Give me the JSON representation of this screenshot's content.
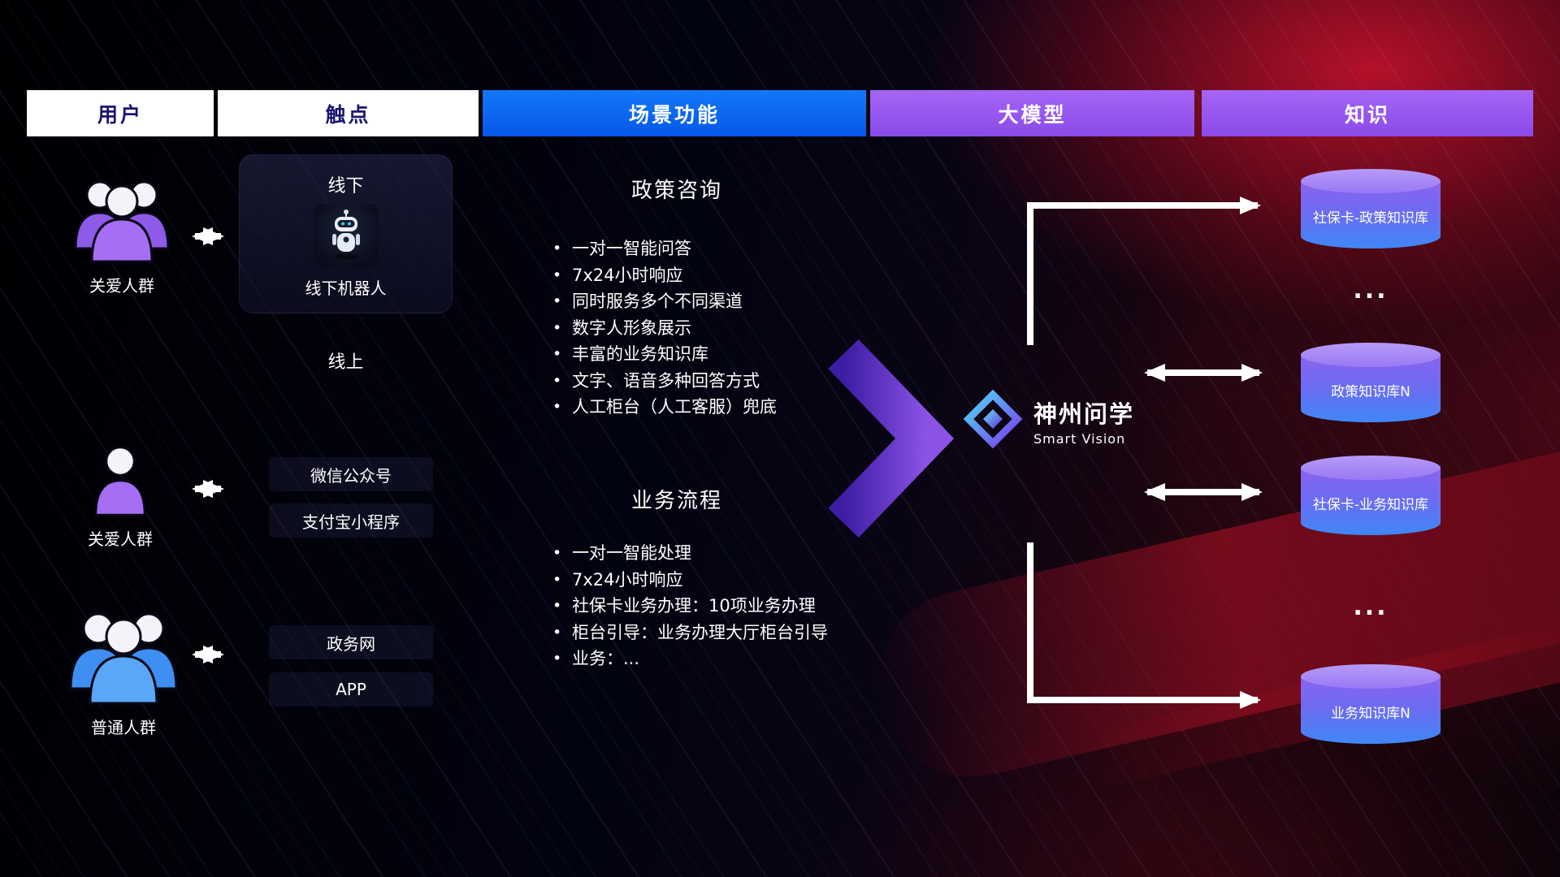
{
  "header": {
    "columns": [
      {
        "label": "用户"
      },
      {
        "label": "触点"
      },
      {
        "label": "场景功能"
      },
      {
        "label": "大模型"
      },
      {
        "label": "知识"
      }
    ]
  },
  "users": [
    {
      "label": "关爱人群"
    },
    {
      "label": "关爱人群"
    },
    {
      "label": "普通人群"
    }
  ],
  "touchpoints": {
    "offline_title": "线下",
    "offline_item": "线下机器人",
    "online_title": "线上",
    "channels": [
      "微信公众号",
      "支付宝小程序",
      "政务网",
      "APP"
    ]
  },
  "scenarios": [
    {
      "title": "政策咨询",
      "bullets": [
        "一对一智能问答",
        "7x24小时响应",
        "同时服务多个不同渠道",
        "数字人形象展示",
        "丰富的业务知识库",
        "文字、语音多种回答方式",
        "人工柜台（人工客服）兜底"
      ]
    },
    {
      "title": "业务流程",
      "bullets": [
        "一对一智能处理",
        "7x24小时响应",
        "社保卡业务办理：10项业务办理",
        "柜台引导：业务办理大厅柜台引导",
        "业务：..."
      ]
    }
  ],
  "model": {
    "name": "神州问学",
    "subtitle": "Smart Vision"
  },
  "knowledge": {
    "cylinders": [
      {
        "label": "社保卡-政策知识库"
      },
      {
        "label": "政策知识库N"
      },
      {
        "label": "社保卡-业务知识库"
      },
      {
        "label": "业务知识库N"
      }
    ],
    "ellipsis": "..."
  },
  "icons": {
    "user_group": "user-group-icon",
    "user_single": "user-icon",
    "robot": "robot-icon",
    "logo": "diamond-logo-icon",
    "database": "database-cylinder"
  },
  "colors": {
    "header_text_navy": "#1a1670",
    "blue": "#0a6cf0",
    "purple": "#9b5df2",
    "cylinder_top": "#b79af8",
    "cylinder_bottom": "#3f87f6",
    "arrow_white": "#ffffff",
    "big_arrow_purple": "#7a3df0",
    "bg_red": "#a60e20"
  }
}
